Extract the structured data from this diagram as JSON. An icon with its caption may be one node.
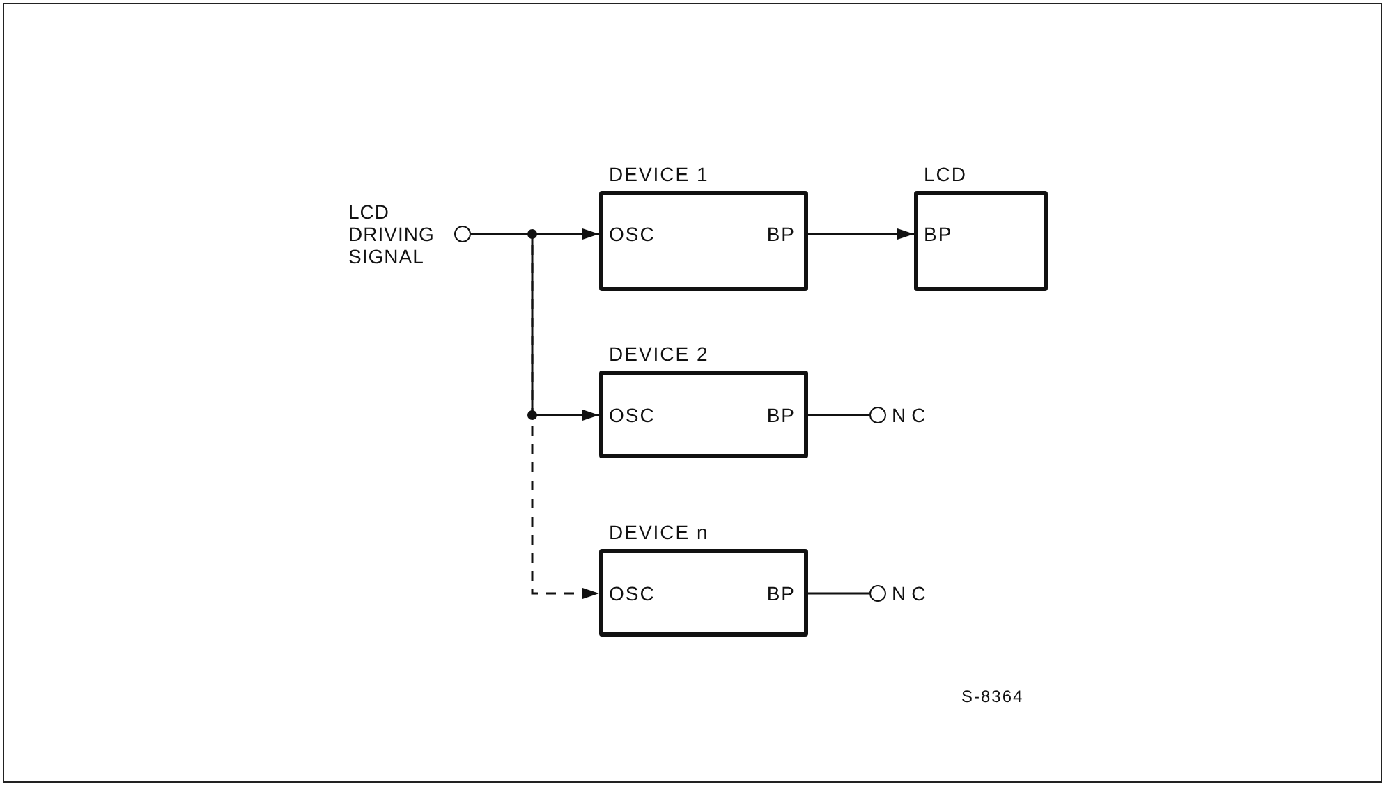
{
  "diagram": {
    "nodes": [
      {
        "text": [],
        "shape": "circle",
        "beside": [
          "LCD DRIVING SIGNAL"
        ]
      },
      {
        "text": [
          "DEVICE 1",
          "OSC",
          "BP"
        ]
      },
      {
        "text": [
          "LCD",
          "BP"
        ]
      },
      {
        "text": [
          "DEVICE 2",
          "OSC",
          "BP"
        ]
      },
      {
        "text": [],
        "shape": "circle",
        "beside": [
          "NC"
        ]
      },
      {
        "text": [
          "DEVICE n",
          "OSC",
          "BP"
        ]
      },
      {
        "text": [],
        "shape": "circle",
        "beside": [
          "NC"
        ]
      }
    ],
    "edges": [
      {
        "from": 0,
        "to": 1,
        "arrow": "to"
      },
      {
        "from": 1,
        "to": 2,
        "arrow": "to"
      },
      {
        "from": 0,
        "to": 3,
        "arrow": "to"
      },
      {
        "from": 3,
        "to": 4,
        "arrow": "none"
      },
      {
        "from": 0,
        "to": 5,
        "arrow": "to",
        "style": "dashed"
      },
      {
        "from": 5,
        "to": 6,
        "arrow": "none"
      }
    ],
    "labels": [
      "S-8364"
    ]
  }
}
